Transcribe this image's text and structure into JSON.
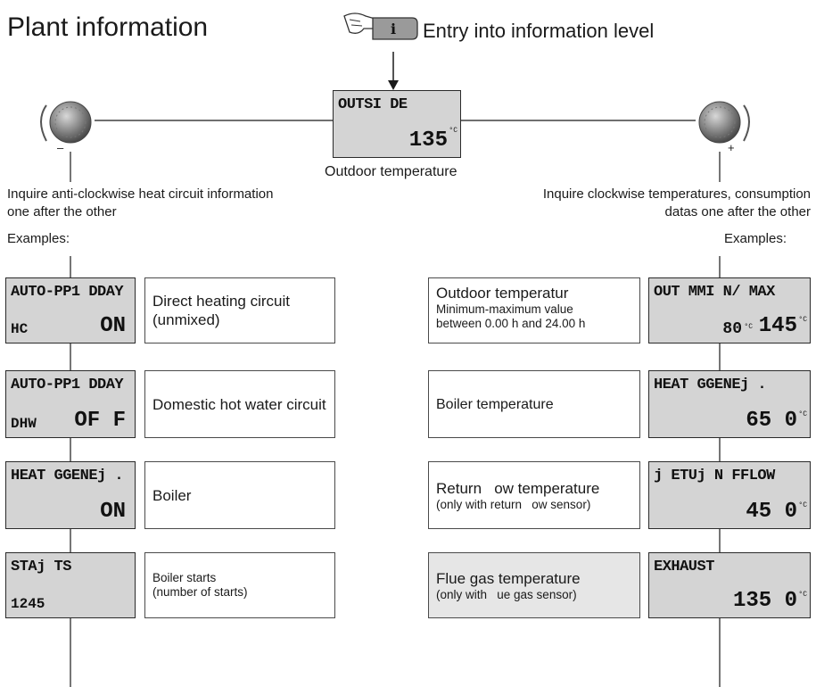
{
  "title": "Plant information",
  "entry_label": "Entry into information level",
  "info_button_label": "i",
  "center": {
    "lcd_line1": "OUTSI DE",
    "lcd_value": "135",
    "lcd_unit": "°C",
    "caption": "Outdoor temperature"
  },
  "left_caption_line1": "Inquire anti-clockwise heat circuit information",
  "left_caption_line2": "one after the other",
  "right_caption_line1": "Inquire clockwise temperatures, consumption",
  "right_caption_line2": "datas one after the other",
  "left_examples": "Examples:",
  "right_examples": "Examples:",
  "knob_minus": "–",
  "knob_plus": "+",
  "left_rows": [
    {
      "lcd_line1": "AUTO-PP1 DDAY",
      "lcd_line2": "HC",
      "lcd_value": "ON",
      "desc_main": "Direct heating circuit\n(unmixed)",
      "desc_small": ""
    },
    {
      "lcd_line1": "AUTO-PP1 DDAY",
      "lcd_line2": "DHW",
      "lcd_value": "OF F",
      "desc_main": "Domestic hot water circuit",
      "desc_small": ""
    },
    {
      "lcd_line1": "HEAT GGENEj .",
      "lcd_line2": "",
      "lcd_value": "ON",
      "desc_main": "Boiler",
      "desc_small": ""
    },
    {
      "lcd_line1": "STAj TS",
      "lcd_line2": "1245",
      "lcd_value": "",
      "desc_main": "",
      "desc_small": "Boiler starts\n(number of starts)"
    }
  ],
  "right_rows": [
    {
      "lcd_line1": "OUT MMI N/ MAX",
      "lcd_min": "80",
      "lcd_value": "145",
      "lcd_unit": "°C",
      "desc_main": "Outdoor temperatur",
      "desc_small": "Minimum-maximum value\nbetween 0.00 h and 24.00 h"
    },
    {
      "lcd_line1": "HEAT GGENEj .",
      "lcd_min": "",
      "lcd_value": "65 0",
      "lcd_unit": "°C",
      "desc_main": "Boiler temperature",
      "desc_small": ""
    },
    {
      "lcd_line1": "j ETUj N FFLOW",
      "lcd_min": "",
      "lcd_value": "45 0",
      "lcd_unit": "°C",
      "desc_main": "Return   ow temperature",
      "desc_small": "(only with return   ow sensor)"
    },
    {
      "lcd_line1": "EXHAUST",
      "lcd_min": "",
      "lcd_value": "135 0",
      "lcd_unit": "°C",
      "desc_main": "Flue gas temperature",
      "desc_small": "(only with   ue gas sensor)"
    }
  ],
  "colors": {
    "lcd_bg": "#d4d4d4",
    "desc_grey_bg": "#e6e6e6",
    "line": "#1a1a1a"
  }
}
